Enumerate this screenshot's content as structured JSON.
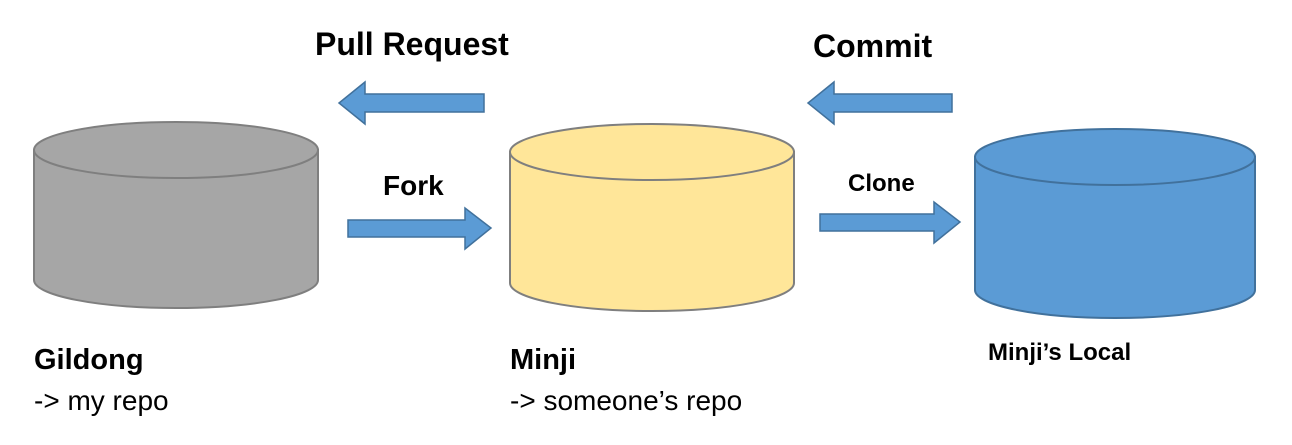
{
  "arrows": {
    "pull_request": "Pull Request",
    "commit": "Commit",
    "fork": "Fork",
    "clone": "Clone"
  },
  "repos": {
    "gildong": {
      "name": "Gildong",
      "desc": "-> my repo",
      "color": "#a6a6a6"
    },
    "minji": {
      "name": "Minji",
      "desc": "-> someone’s repo",
      "color": "#ffe699"
    },
    "local": {
      "name": "Minji’s Local",
      "color": "#5b9bd5"
    }
  },
  "arrow_color": "#5b9bd5"
}
